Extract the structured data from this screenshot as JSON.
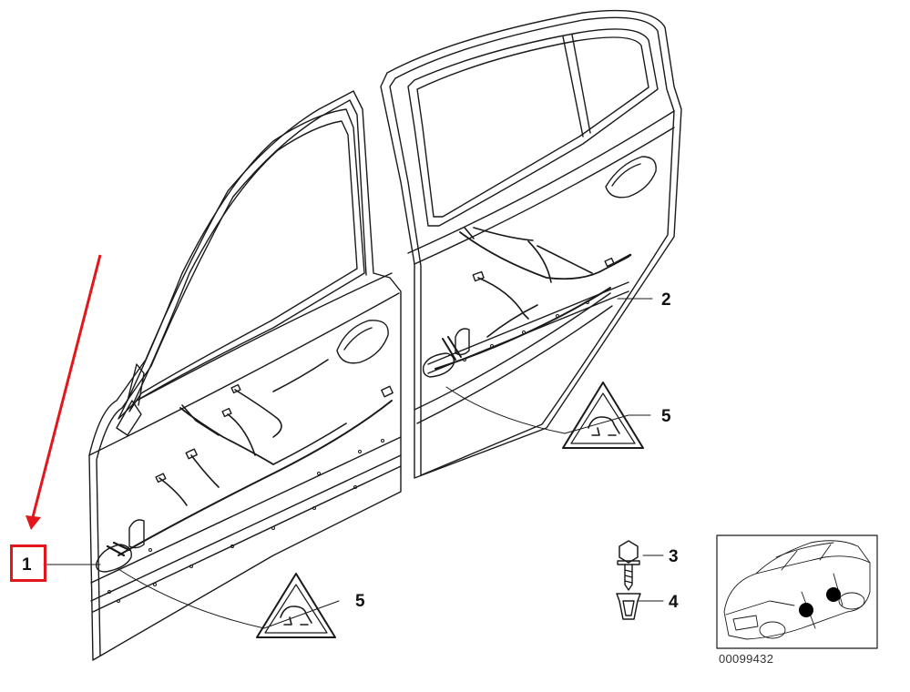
{
  "diagram": {
    "part_number": "00099432",
    "callouts": [
      {
        "id": "1",
        "label": "1"
      },
      {
        "id": "2",
        "label": "2"
      },
      {
        "id": "3",
        "label": "3"
      },
      {
        "id": "4",
        "label": "4"
      },
      {
        "id": "5a",
        "label": "5"
      },
      {
        "id": "5b",
        "label": "5"
      }
    ],
    "highlight_color": "#e3161b",
    "line_color": "#1a1a1a",
    "car_marker_color": "#000000"
  }
}
